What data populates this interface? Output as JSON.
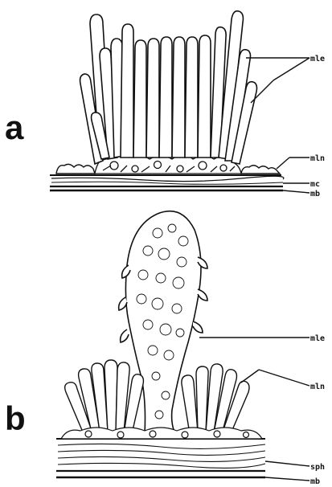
{
  "panels": [
    {
      "letter": "a",
      "labels": [
        "mle",
        "mln",
        "mc",
        "mb"
      ]
    },
    {
      "letter": "b",
      "labels": [
        "mle",
        "mln",
        "sph",
        "mb"
      ]
    }
  ],
  "colors": {
    "ink": "#111111",
    "paper": "#ffffff",
    "cell": "#e9e9e9"
  }
}
